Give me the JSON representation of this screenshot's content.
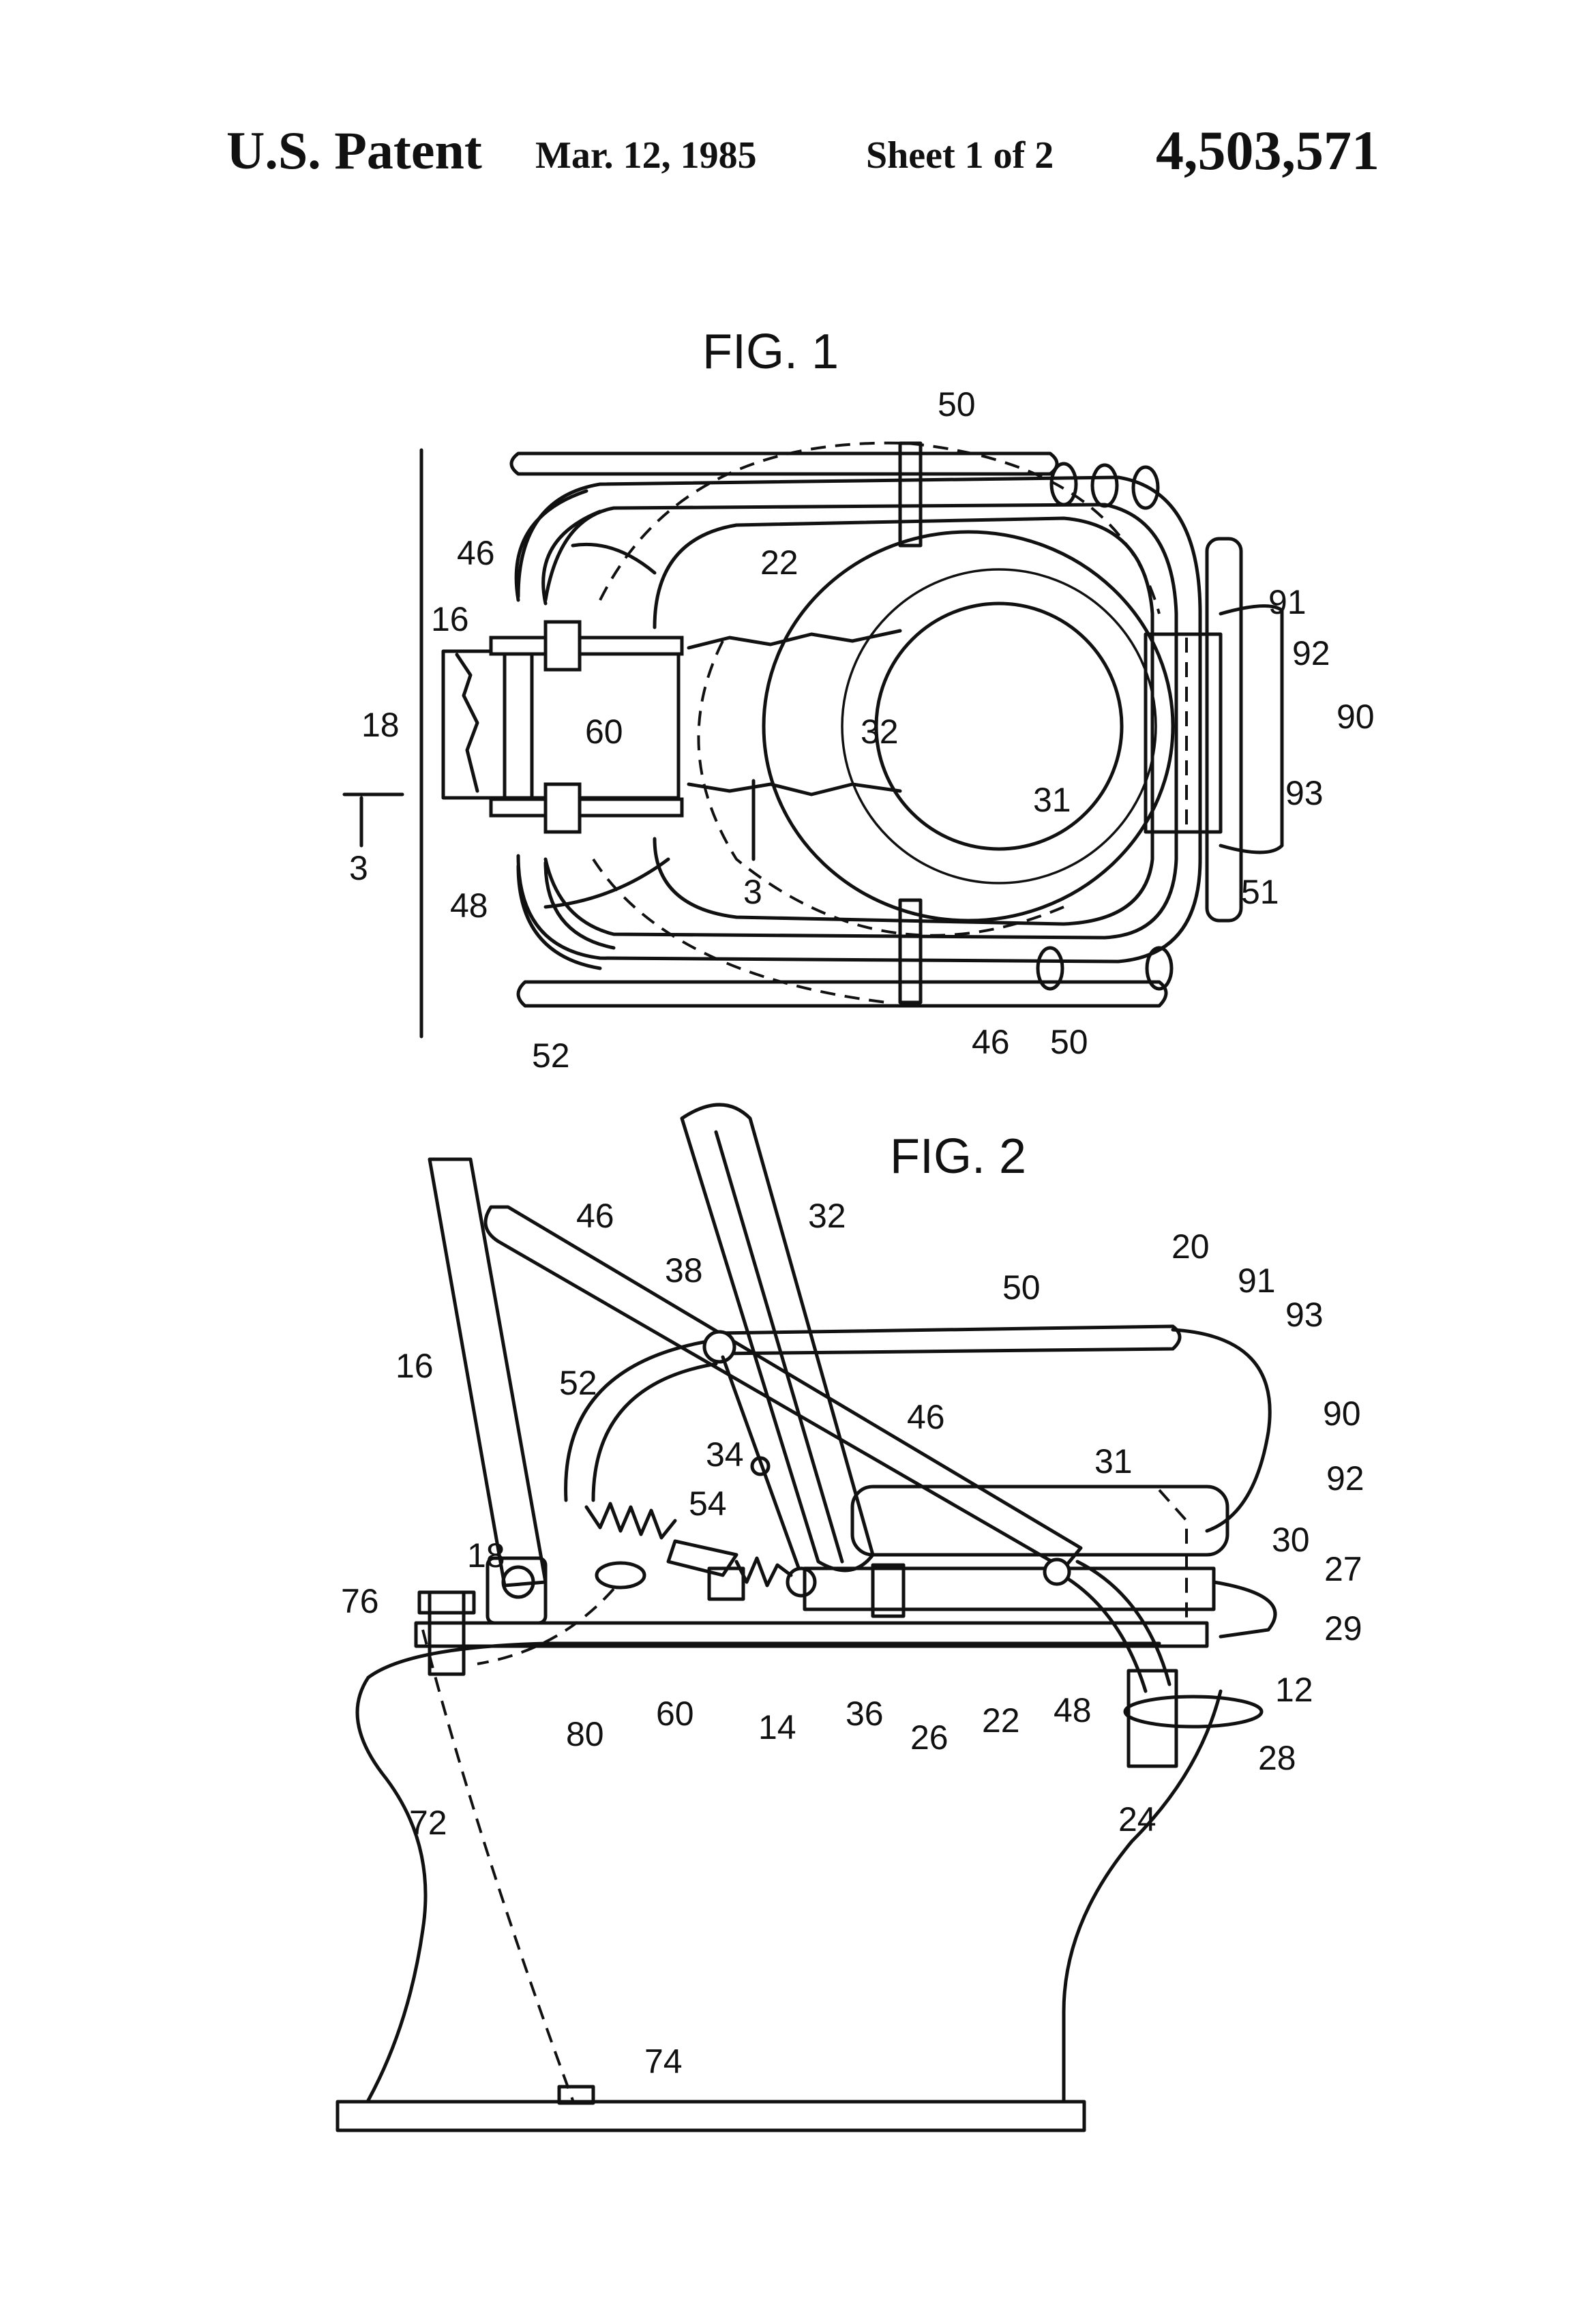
{
  "header": {
    "title": "U.S. Patent",
    "date": "Mar. 12, 1985",
    "sheet": "Sheet 1 of 2",
    "patent_number": "4,503,571"
  },
  "fig1": {
    "label": "FIG. 1",
    "refs": {
      "r50a": "50",
      "r46a": "46",
      "r22": "22",
      "r16": "16",
      "r18": "18",
      "r60": "60",
      "r32": "32",
      "r91": "91",
      "r92": "92",
      "r90": "90",
      "r93": "93",
      "r31": "31",
      "r3a": "3",
      "r3b": "3",
      "r48": "48",
      "r51": "51",
      "r52": "52",
      "r46b": "46",
      "r50b": "50"
    }
  },
  "fig2": {
    "label": "FIG. 2",
    "refs": {
      "r46a": "46",
      "r32": "32",
      "r20": "20",
      "r91": "91",
      "r38": "38",
      "r50": "50",
      "r93": "93",
      "r16": "16",
      "r52": "52",
      "r90": "90",
      "r46b": "46",
      "r34": "34",
      "r31": "31",
      "r92": "92",
      "r54": "54",
      "r30": "30",
      "r18": "18",
      "r27": "27",
      "r76": "76",
      "r29": "29",
      "r12": "12",
      "r60": "60",
      "r14": "14",
      "r36": "36",
      "r26": "26",
      "r22": "22",
      "r48": "48",
      "r80": "80",
      "r28": "28",
      "r24": "24",
      "r72": "72",
      "r74": "74"
    }
  }
}
